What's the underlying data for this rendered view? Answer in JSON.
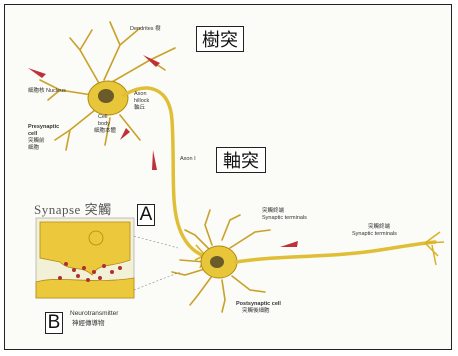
{
  "labels": {
    "dendrites": "Dendrites 樹",
    "nucleus": "細胞核 Nucleus",
    "axon_hillock": "Axon hillock 軸丘",
    "cell_body": "Cell body 細胞本體",
    "presynaptic": [
      "Presynaptic",
      "cell",
      "突觸前",
      "細胞"
    ],
    "axon": "Axon I",
    "synaptic_terminals_1": [
      "突觸終端",
      "Synaptic terminals"
    ],
    "synaptic_terminals_2": [
      "突觸終端",
      "Synaptic terminals"
    ],
    "postsynaptic": [
      "Postsynaptic cell",
      "突觸後細胞"
    ],
    "synapse_title": "Synapse 突觸",
    "neurotransmitter": [
      "Neurotransmitter",
      "神經傳導物"
    ]
  },
  "boxes": {
    "dendrite_cn": "樹突",
    "axon_cn": "軸突",
    "letter_a": "A",
    "letter_b": "B"
  },
  "colors": {
    "neuron": "#e8c63a",
    "neuron_edge": "#b08a14",
    "nucleus": "#6b5a2a",
    "arrow": "#c0303a",
    "dendrite": "#d9b12a"
  }
}
